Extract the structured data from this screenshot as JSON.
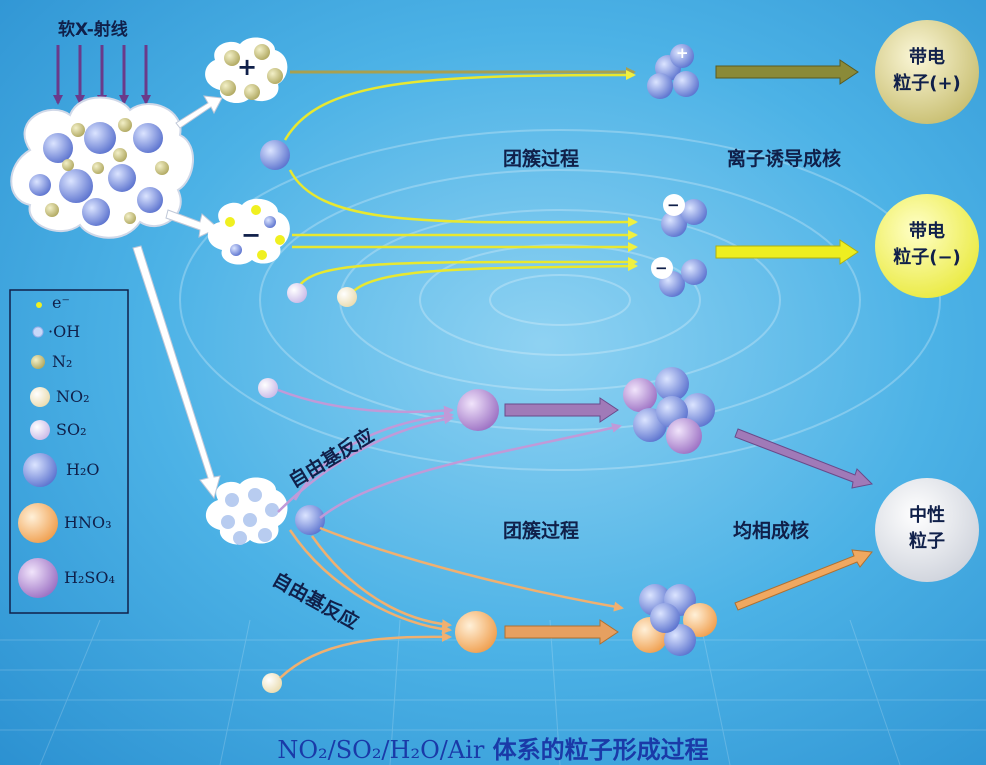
{
  "top_label": "软X-射线",
  "legend": [
    {
      "label": "e⁻",
      "color": "#f0f020"
    },
    {
      "label": "·OH",
      "color": "#aac0f0"
    },
    {
      "label": "N₂",
      "color": "#b8b070"
    },
    {
      "label": "NO₂",
      "color": "#f7efd0"
    },
    {
      "label": "SO₂",
      "color": "#e2d8f5"
    },
    {
      "label": "H₂O",
      "color": "#7d95e0"
    },
    {
      "label": "HNO₃",
      "color": "#f5b070"
    },
    {
      "label": "H₂SO₄",
      "color": "#b890d8"
    }
  ],
  "process_labels": {
    "cluster_top": "团簇过程",
    "ion_nucleation": "离子诱导成核",
    "cluster_bottom": "团簇过程",
    "homogeneous_nucleation": "均相成核",
    "radical_reaction_1": "自由基反应",
    "radical_reaction_2": "自由基反应"
  },
  "products": {
    "positive": {
      "line1": "带电",
      "line2": "粒子(+)"
    },
    "negative": {
      "line1": "带电",
      "line2": "粒子(−)"
    },
    "neutral": {
      "line1": "中性",
      "line2": "粒子"
    }
  },
  "charges": {
    "plus": "+",
    "minus": "−"
  },
  "caption": {
    "formula": "NO₂/SO₂/H₂O/Air",
    "text": " 体系的粒子形成过程"
  },
  "colors": {
    "background": "#3da8e0",
    "caption": "#1a3aa8",
    "purple_arrow": "#a07ab8",
    "orange_arrow": "#e6a060",
    "yellow_arrow": "#e8e820",
    "olive_arrow": "#7a7a30"
  }
}
